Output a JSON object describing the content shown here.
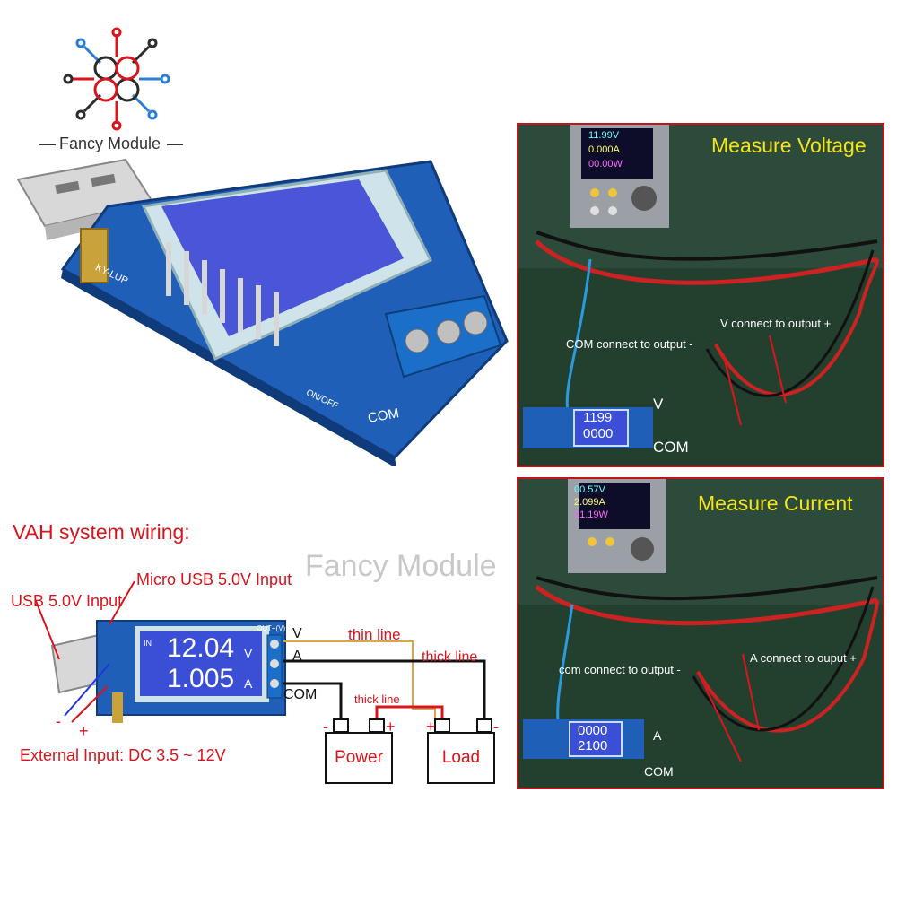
{
  "brand": {
    "name": "Fancy Module",
    "watermark": "Fancy Module"
  },
  "product": {
    "board_labels": [
      "KY-LUP",
      "ON/OFF",
      "COM"
    ],
    "lcd": {
      "top": "12.04",
      "top_unit": "V",
      "bottom": "1.005",
      "bottom_unit": "A",
      "in_label": "IN"
    }
  },
  "wiring": {
    "title": "VAH system wiring:",
    "usb_input": "USB 5.0V Input",
    "micro_usb_input": "Micro USB 5.0V Input",
    "external_input": "External Input: DC 3.5 ~ 12V",
    "minus": "-",
    "plus": "+",
    "terminals": [
      "V",
      "A",
      "COM"
    ],
    "thin_line": "thin line",
    "thick_line_top": "thick line",
    "thick_line_mid": "thick line",
    "power_box": "Power",
    "load_box": "Load",
    "power_minus": "-",
    "power_plus": "+",
    "load_plus": "+",
    "load_minus": "-",
    "out_label": "OUT+(V)"
  },
  "panel_voltage": {
    "title": "Measure Voltage",
    "readout": [
      "11.99V",
      "0.000A",
      "00.00W"
    ],
    "note_v": "V  connect to output +",
    "note_com": "COM connect to output -",
    "label_v": "V",
    "label_com": "COM",
    "lcd": [
      "1199",
      "0000"
    ]
  },
  "panel_current": {
    "title": "Measure Current",
    "readout": [
      "00.57V",
      "2.099A",
      "01.19W"
    ],
    "note_a": "A connect to ouput +",
    "note_com": "com connect to output -",
    "label_a": "A",
    "label_com": "COM",
    "lcd": [
      "0000",
      "2100"
    ]
  },
  "colors": {
    "red": "#d8141c",
    "yellow": "#f4e41a",
    "pcb_blue": "#1f5fb8",
    "lcd_blue": "#3a4fd6"
  }
}
